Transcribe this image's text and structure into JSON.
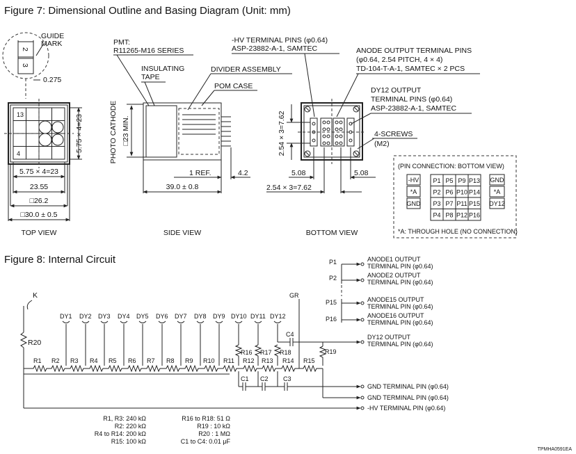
{
  "fig7": {
    "title": "Figure 7: Dimensional Outline and Basing Diagram (Unit: mm)",
    "top_view": {
      "guide_mark": "GUIDE MARK",
      "guide_1": "GUIDE",
      "guide_2": "MARK",
      "dim_0275": "0.275",
      "dim_side": "5.75 × 4=23",
      "dim_bottom_a": "5.75 × 4=23",
      "dim_2355": "23.55",
      "dim_262": "□26.2",
      "dim_300": "□30.0 ± 0.5",
      "label": "TOP VIEW"
    },
    "side_view": {
      "pmt_1": "PMT:",
      "pmt_2": "R11265-M16 SERIES",
      "insulating_1": "INSULATING",
      "insulating_2": "TAPE",
      "divider": "DIVIDER ASSEMBLY",
      "pom": "POM CASE",
      "photocathode": "PHOTO CATHODE",
      "dim_23min": "□23 MIN.",
      "ref": "1 REF.",
      "dim_42": "4.2",
      "dim_390": "39.0 ± 0.8",
      "label": "SIDE VIEW"
    },
    "bottom_view": {
      "hv_1": "-HV TERMINAL PINS (φ0.64)",
      "hv_2": "ASP-23882-A-1, SAMTEC",
      "anode_1": "ANODE OUTPUT TERMINAL PINS",
      "anode_2": "(φ0.64, 2.54 PITCH, 4 × 4)",
      "anode_3": "TD-104-T-A-1, SAMTEC × 2 PCS",
      "dy12_1": "DY12 OUTPUT",
      "dy12_2": "TERMINAL PINS (φ0.64)",
      "dy12_3": "ASP-23882-A-1, SAMTEC",
      "screws_1": "4-SCREWS",
      "screws_2": "(M2)",
      "dim_762v": "2.54 × 3=7.62",
      "dim_508l": "5.08",
      "dim_508r": "5.08",
      "dim_762h": "2.54 × 3=7.62",
      "label": "BOTTOM VIEW"
    },
    "pin_connection": {
      "title": "(PIN CONNECTION: BOTTOM VIEW)",
      "left": [
        "-HV",
        "*A",
        "GND"
      ],
      "grid": [
        [
          "P1",
          "P5",
          "P9",
          "P13"
        ],
        [
          "P2",
          "P6",
          "P10",
          "P14"
        ],
        [
          "P3",
          "P7",
          "P11",
          "P15"
        ],
        [
          "P4",
          "P8",
          "P12",
          "P16"
        ]
      ],
      "right": [
        "GND",
        "*A",
        "DY12"
      ],
      "note": "*A: THROUGH HOLE (NO CONNECTION)"
    }
  },
  "fig8": {
    "title": "Figure 8: Internal Circuit",
    "k": "K",
    "gr": "GR",
    "dynodes": [
      "DY1",
      "DY2",
      "DY3",
      "DY4",
      "DY5",
      "DY6",
      "DY7",
      "DY8",
      "DY9",
      "DY10",
      "DY11",
      "DY12"
    ],
    "resistors": [
      "R1",
      "R2",
      "R3",
      "R4",
      "R5",
      "R6",
      "R7",
      "R8",
      "R9",
      "R10",
      "R11",
      "R12",
      "R13",
      "R14",
      "R15"
    ],
    "r16": "R16",
    "r17": "R17",
    "r18": "R18",
    "r19": "R19",
    "r20": "R20",
    "caps": [
      "C1",
      "C2",
      "C3",
      "C4"
    ],
    "pins_left": [
      "P1",
      "P2",
      "P15",
      "P16"
    ],
    "outputs": [
      {
        "l1": "ANODE1  OUTPUT",
        "l2": "TERMINAL PIN (φ0.64)"
      },
      {
        "l1": "ANODE2  OUTPUT",
        "l2": "TERMINAL PIN (φ0.64)"
      },
      {
        "l1": "ANODE15  OUTPUT",
        "l2": "TERMINAL PIN (φ0.64)"
      },
      {
        "l1": "ANODE16  OUTPUT",
        "l2": "TERMINAL PIN (φ0.64)"
      },
      {
        "l1": "DY12  OUTPUT",
        "l2": "TERMINAL PIN (φ0.64)"
      }
    ],
    "gnd1": "GND TERMINAL PIN (φ0.64)",
    "gnd2": "GND TERMINAL PIN (φ0.64)",
    "hv": "-HV TERMINAL PIN (φ0.64)",
    "values": {
      "l1": "R1, R3: 240 kΩ",
      "l2": "R2: 220 kΩ",
      "l3": "R4 to R14: 200 kΩ",
      "l4": "R15: 100 kΩ",
      "r1": "R16 to R18: 51 Ω",
      "r2": "R19 : 10 kΩ",
      "r3": "R20 : 1 MΩ",
      "r4": "C1 to C4: 0.01 μF"
    },
    "code": "TPMHA0591EA"
  }
}
